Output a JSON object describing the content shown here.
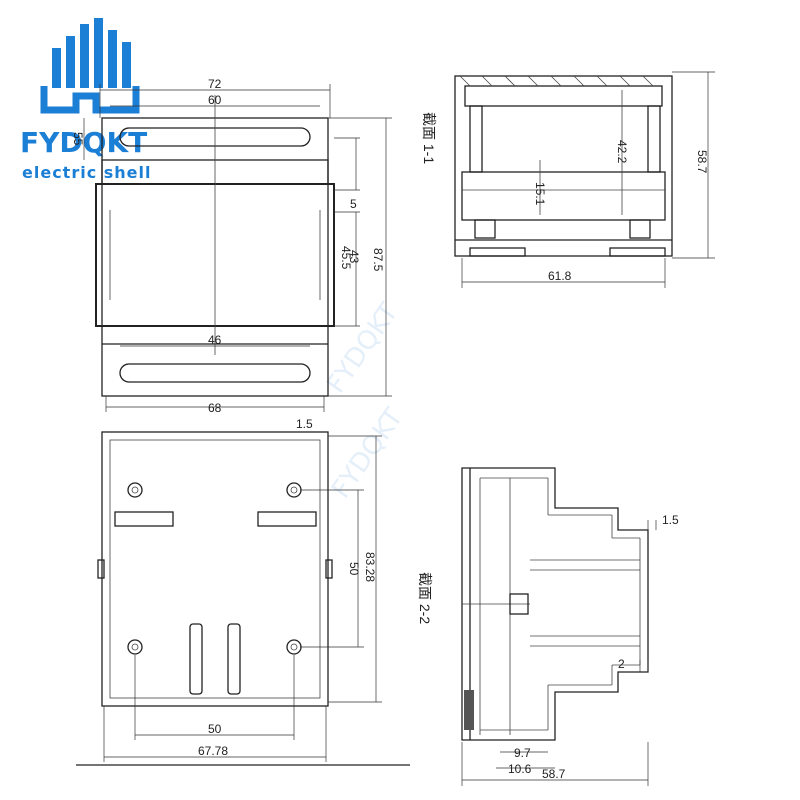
{
  "brand": {
    "name": "FYDQKT",
    "subtitle": "electric shell",
    "watermark1": "FYDQKT",
    "watermark2": "FYDQKT",
    "color": "#1b7fd6"
  },
  "front_view": {
    "dim_72": "72",
    "dim_60": "60",
    "dim_55": "55",
    "dim_5": "5",
    "dim_43": "43",
    "dim_45_5": "45.5",
    "dim_87_5": "87.5",
    "dim_46": "46",
    "dim_68": "68"
  },
  "section_1": {
    "label": "截面 1-1",
    "dim_42_2": "42.2",
    "dim_15_1": "15.1",
    "dim_58_7": "58.7",
    "dim_61_8": "61.8"
  },
  "back_view": {
    "dim_1_5": "1.5",
    "dim_83_28": "83.28",
    "dim_50v": "50",
    "dim_50h": "50",
    "dim_67_78": "67.78"
  },
  "section_2": {
    "label": "截面 2-2",
    "dim_1_5": "1.5",
    "dim_2": "2",
    "dim_9_7": "9.7",
    "dim_10_6": "10.6",
    "dim_58_7": "58.7"
  }
}
